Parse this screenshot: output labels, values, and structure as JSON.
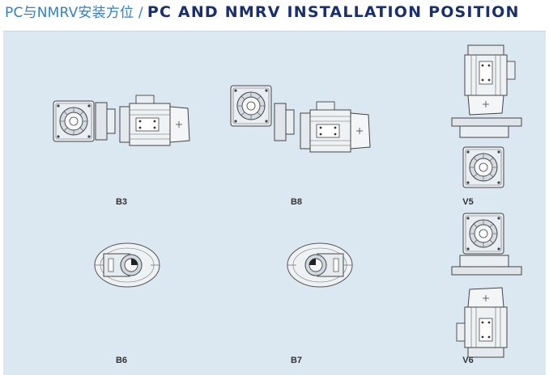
{
  "header": {
    "title_cn": "PC与NMRV安装方位 /",
    "title_en": "PC AND NMRV INSTALLATION POSITION"
  },
  "positions": [
    {
      "label": "B3"
    },
    {
      "label": "B8"
    },
    {
      "label": "V5"
    },
    {
      "label": "B6"
    },
    {
      "label": "B7"
    },
    {
      "label": "V6"
    }
  ],
  "colors": {
    "title_cn": "#2f7fd3",
    "title_en": "#1a2f6e",
    "panel": "#dbe7f1",
    "line": "#444444"
  }
}
